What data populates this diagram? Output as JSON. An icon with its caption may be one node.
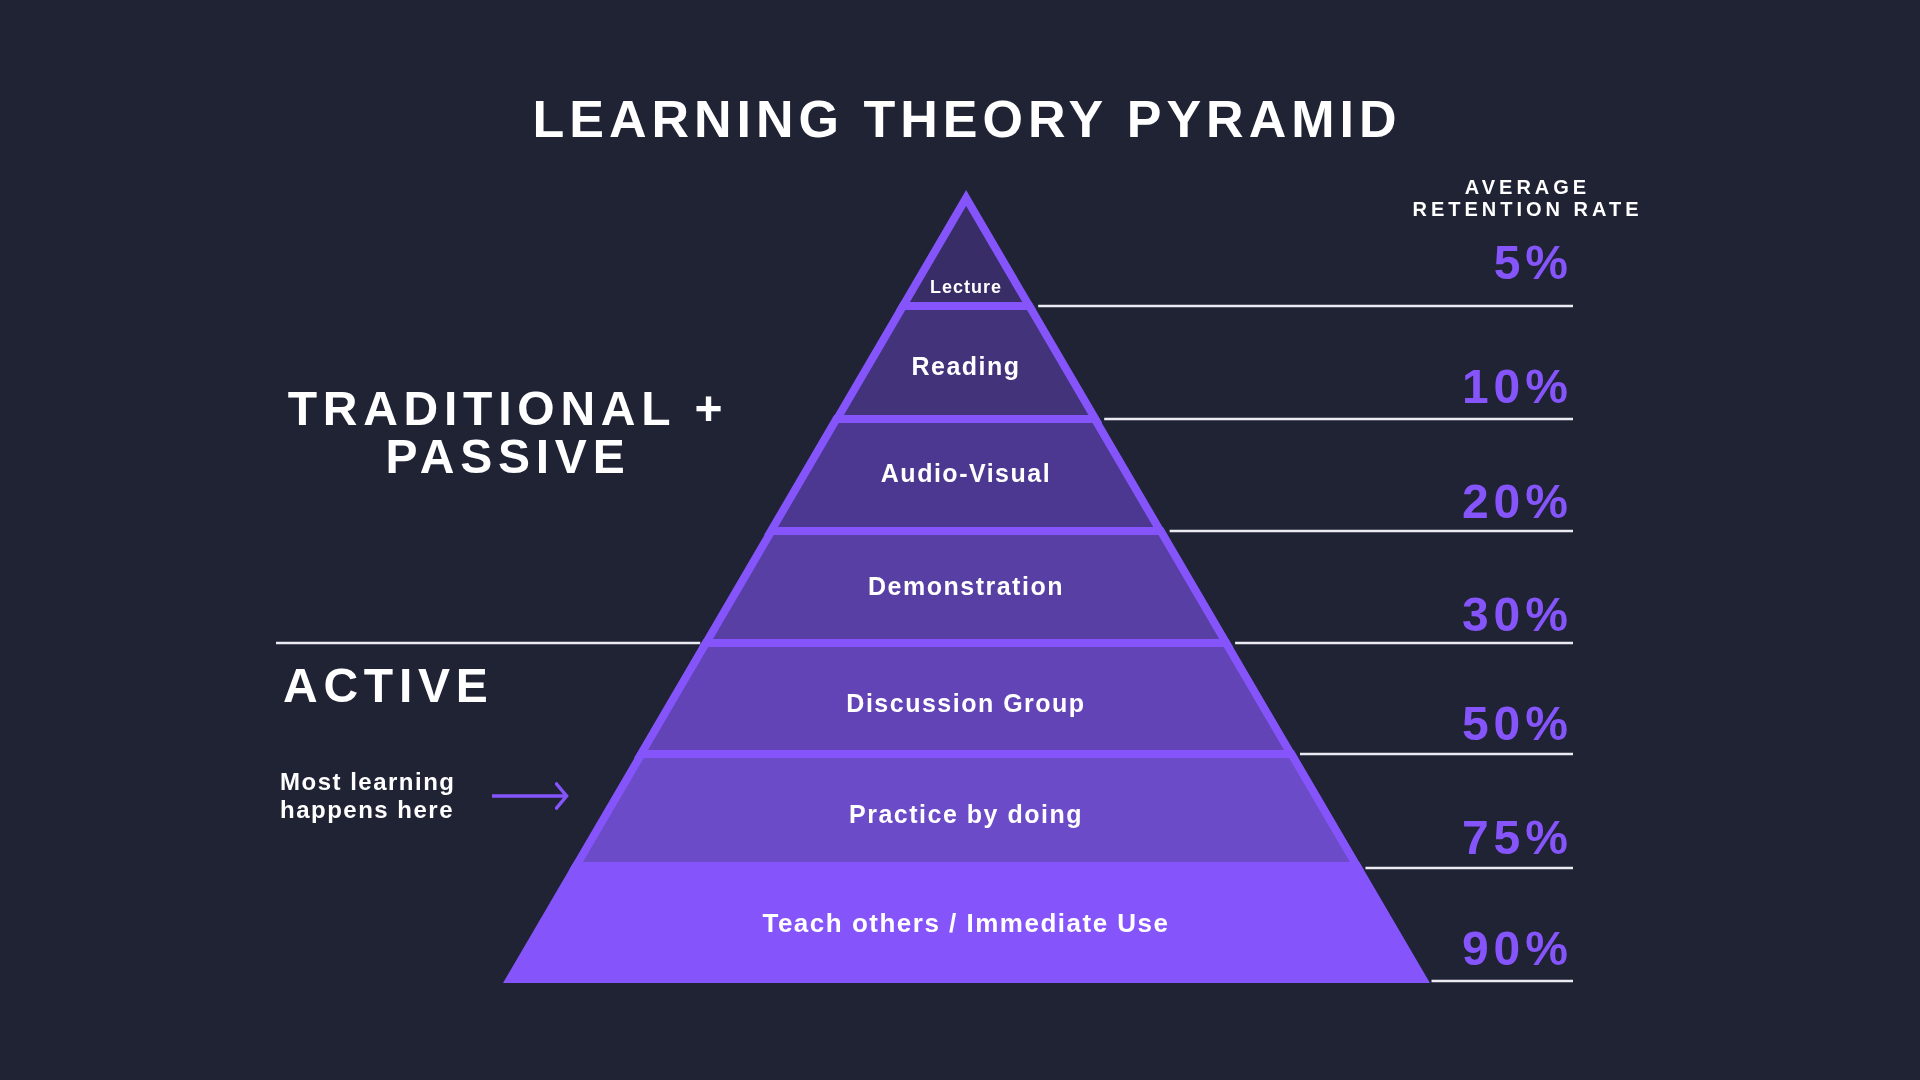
{
  "diagram": {
    "title": "LEARNING THEORY PYRAMID",
    "nodes": [
      {
        "text": [
          "Lecture"
        ]
      },
      {
        "text": [
          "Reading"
        ]
      },
      {
        "text": [
          "Audio-Visual"
        ]
      },
      {
        "text": [
          "Demonstration"
        ]
      },
      {
        "text": [
          "Discussion Group"
        ]
      },
      {
        "text": [
          "Practice by doing"
        ]
      },
      {
        "text": [
          "Teach others / Immediate Use"
        ]
      },
      {
        "text": [
          "Most learning happens here"
        ]
      },
      {
        "text": [
          "5%"
        ]
      },
      {
        "text": [
          "10%"
        ]
      },
      {
        "text": [
          "20%"
        ]
      },
      {
        "text": [
          "30%"
        ]
      },
      {
        "text": [
          "50%"
        ]
      },
      {
        "text": [
          "75%"
        ]
      },
      {
        "text": [
          "90%"
        ]
      }
    ],
    "edges": [
      {
        "from": 7,
        "to": 5,
        "arrow": "to",
        "color": "#8555fb"
      },
      {
        "from": 0,
        "to": 8,
        "arrow": "none"
      },
      {
        "from": 1,
        "to": 9,
        "arrow": "none"
      },
      {
        "from": 2,
        "to": 10,
        "arrow": "none"
      },
      {
        "from": 3,
        "to": 11,
        "arrow": "none"
      },
      {
        "from": 4,
        "to": 12,
        "arrow": "none"
      },
      {
        "from": 5,
        "to": 13,
        "arrow": "none"
      },
      {
        "from": 6,
        "to": 14,
        "arrow": "none"
      }
    ],
    "labels": [
      "TRADITIONAL + PASSIVE",
      "ACTIVE",
      "AVERAGE RETENTION RATE"
    ]
  }
}
